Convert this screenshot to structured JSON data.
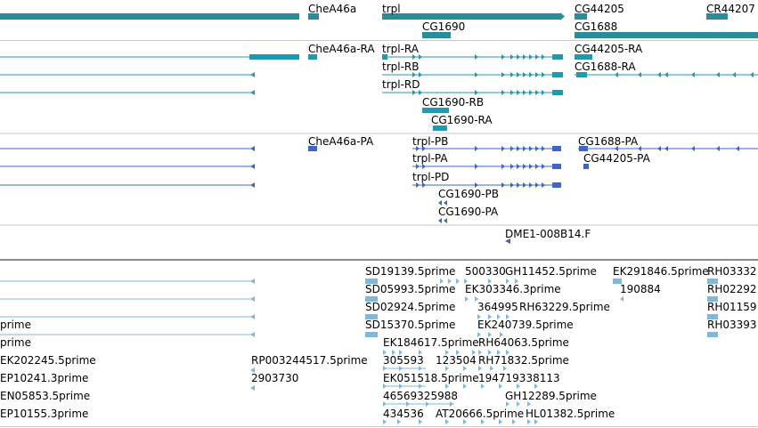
{
  "colors": {
    "gene": "#2b8c99",
    "transcript": "#1f9ab0",
    "protein": "#3b67c8",
    "other": "#6b4ea8",
    "est": "#7fb8df",
    "separator": "#c8c8c8"
  },
  "tracks": {
    "genes": {
      "labels": [
        "CheA46a",
        "trpl",
        "CG44205",
        "CR44207",
        "CG1690",
        "CG1688"
      ]
    },
    "transcripts": {
      "labels": [
        "CheA46a-RA",
        "trpl-RA",
        "CG44205-RA",
        "trpl-RB",
        "CG1688-RA",
        "trpl-RD",
        "CG1690-RB",
        "CG1690-RA"
      ]
    },
    "proteins": {
      "labels": [
        "CheA46a-PA",
        "trpl-PB",
        "CG1688-PA",
        "trpl-PA",
        "CG44205-PA",
        "trpl-PD",
        "CG1690-PB",
        "CG1690-PA"
      ]
    },
    "other": {
      "labels": [
        "DME1-008B14.F"
      ]
    },
    "ests": {
      "labels": [
        "SD19139.5prime",
        "500330",
        "GH11452.5prime",
        "EK291846.5prime",
        "RH03332",
        "SD05993.5prime",
        "EK303346.3prime",
        "190884",
        "RH02292",
        "SD02924.5prime",
        "364995",
        "RH63229.5prime",
        "RH01159",
        "prime",
        "SD15370.5prime",
        "EK240739.5prime",
        "RH03393",
        "prime",
        "EK184617.5prime",
        "RH64063.5prime",
        "EK202245.5prime",
        "RP003244517.5prime",
        "305593",
        "123504",
        "RH71832.5prime",
        "EP10241.3prime",
        "2903730",
        "EK051518.5prime",
        "194719338113",
        "EN05853.5prime",
        "46569325988",
        "GH12289.5prime",
        "EP10155.3prime",
        "434536",
        "AT20666.5prime",
        "HL01382.5prime"
      ]
    }
  }
}
